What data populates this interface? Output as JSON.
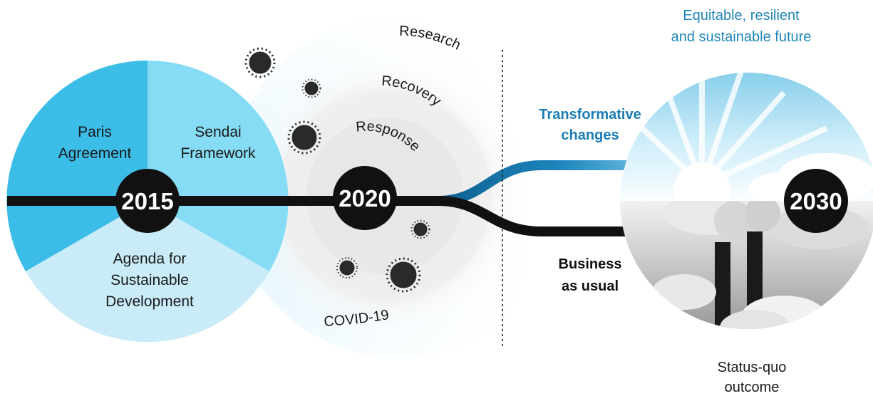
{
  "milestones": {
    "y2015": "2015",
    "y2020": "2020",
    "y2030": "2030"
  },
  "frameworks": {
    "paris": [
      "Paris",
      "Agreement"
    ],
    "sendai": [
      "Sendai",
      "Framework"
    ],
    "agenda": [
      "Agenda for",
      "Sustainable",
      "Development"
    ]
  },
  "phases": {
    "research": "Research",
    "recovery": "Recovery",
    "response": "Response",
    "covid": "COVID-19"
  },
  "paths": {
    "transformative": [
      "Transformative",
      "changes"
    ],
    "business": [
      "Business",
      "as usual"
    ]
  },
  "outcomes": {
    "future": [
      "Equitable, resilient",
      "and sustainable future"
    ],
    "status_quo": [
      "Status-quo",
      "outcome"
    ]
  },
  "colors": {
    "paris": "#3cbde8",
    "sendai": "#86dcf4",
    "agenda": "#c9ecf8",
    "dark": "#111111",
    "blue_text": "#1a7db5",
    "future_text": "#1d86b8"
  }
}
